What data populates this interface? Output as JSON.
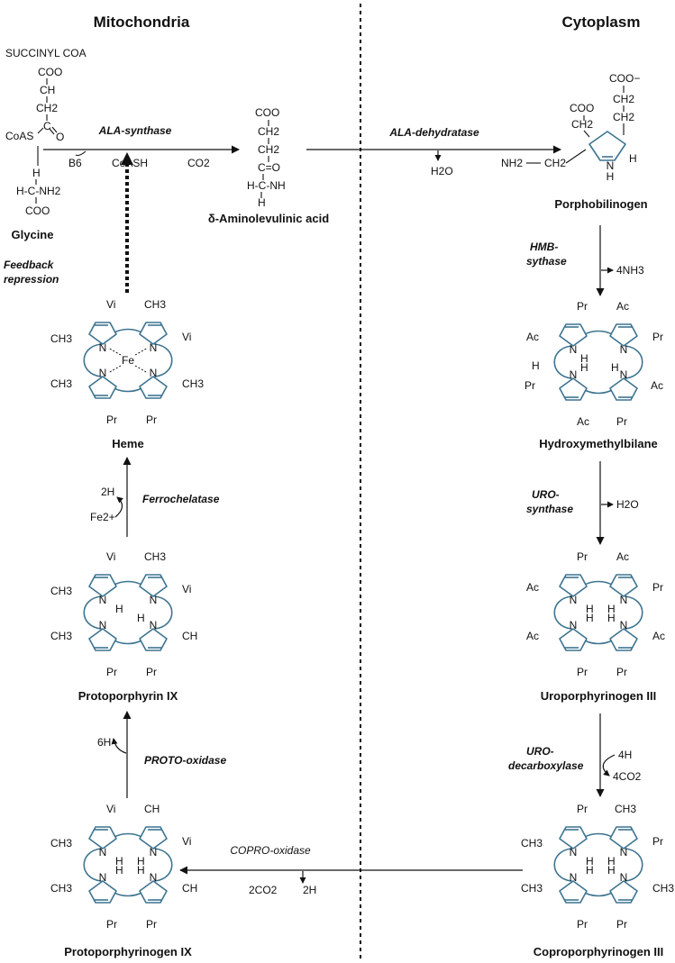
{
  "headers": {
    "left": "Mitochondria",
    "right": "Cytoplasm"
  },
  "compounds": {
    "succinyl_coa": "SUCCINYL COA",
    "glycine": "Glycine",
    "ala": "δ-Aminolevulinic acid",
    "porphobilinogen": "Porphobilinogen",
    "hydroxymethylbilane": "Hydroxymethylbilane",
    "uroporphyrinogen": "Uroporphyrinogen III",
    "coproporphyrinogen": "Coproporphyrinogen III",
    "protoporphyrinogen": "Protoporphyrinogen IX",
    "protoporphyrin": "Protoporphyrin IX",
    "heme": "Heme"
  },
  "enzymes": {
    "ala_synthase": "ALA-synthase",
    "ala_dehydratase": "ALA-dehydratase",
    "hmb_synthase": [
      "HMB-",
      "sythase"
    ],
    "uro_synthase": [
      "URO-",
      "synthase"
    ],
    "uro_decarboxylase": [
      "URO-",
      "decarboxylase"
    ],
    "copro_oxidase": "COPRO-oxidase",
    "proto_oxidase": "PROTO-oxidase",
    "ferrochelatase": "Ferrochelatase"
  },
  "feedback": [
    "Feedback",
    "repression"
  ],
  "reaction_labels": {
    "b6": "B6",
    "coash": "CoASH",
    "co2": "CO2",
    "h2o_1": "H2O",
    "nh3": "4NH3",
    "h2o_2": "H2O",
    "h4": "4H",
    "co2_4": "4CO2",
    "co2_2": "2CO2",
    "h2": "2H",
    "h6": "6H",
    "h2_fe": "2H",
    "fe": "Fe2+"
  },
  "atoms": {
    "coo": "COO",
    "ch": "CH",
    "ch2": "CH2",
    "c": "C",
    "o": "O",
    "coas": "CoAS",
    "h": "H",
    "hcnh2": "H-C-NH2",
    "coo_minus": "COO−",
    "c_eq_o": "C=O",
    "hcnh": "H-C-NH",
    "nh2": "NH2",
    "n": "N",
    "fe": "Fe"
  },
  "substituents": {
    "vi": "Vi",
    "ch3": "CH3",
    "pr": "Pr",
    "ac": "Ac",
    "ch": "CH",
    "h": "H"
  }
}
